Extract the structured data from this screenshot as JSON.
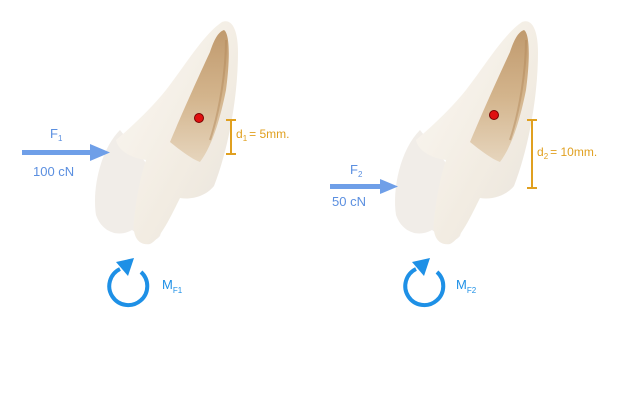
{
  "colors": {
    "force_arrow": "#6f9fe8",
    "force_text": "#5b8fe0",
    "distance": "#e0a020",
    "moment": "#1e90e6",
    "center_point": "#e01010",
    "tooth_crown": "#f4efe6",
    "tooth_root": "#c9a57a",
    "tooth_edge": "#e9e4dc"
  },
  "icons": {
    "moment": "curved-arrow-counterclockwise-icon",
    "force": "right-arrow-icon",
    "tooth": "tooth-image-icon"
  },
  "left": {
    "force": {
      "symbol": "F",
      "subscript": "1",
      "value": "100 cN"
    },
    "distance": {
      "symbol": "d",
      "subscript": "1",
      "text": "=  5mm."
    },
    "moment": {
      "symbol": "M",
      "subscript": "F1"
    }
  },
  "right": {
    "force": {
      "symbol": "F",
      "subscript": "2",
      "value": "50 cN"
    },
    "distance": {
      "symbol": "d",
      "subscript": "2",
      "text": "= 10mm."
    },
    "moment": {
      "symbol": "M",
      "subscript": "F2"
    }
  }
}
